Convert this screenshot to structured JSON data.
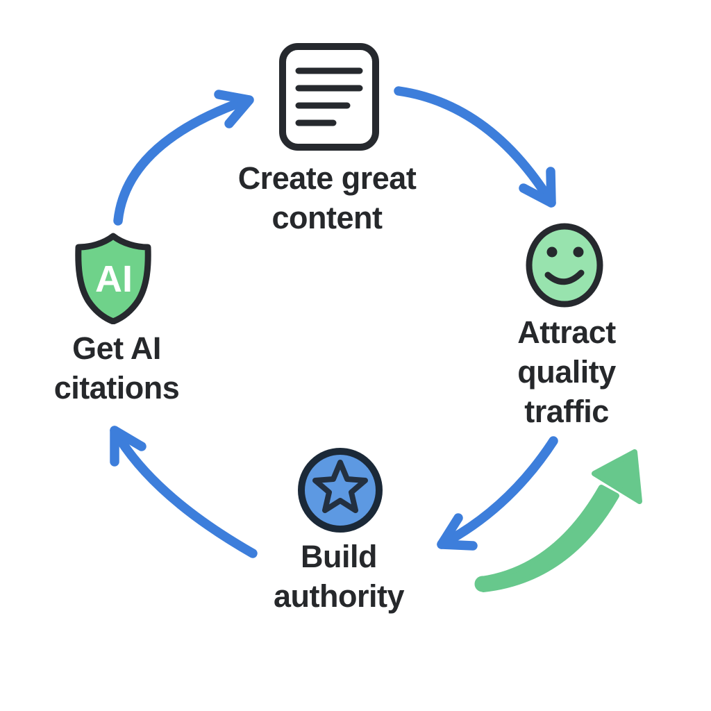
{
  "colors": {
    "background": "#ffffff",
    "arrow_blue": "#3d7edb",
    "arrow_green": "#67c88c",
    "icon_outline": "#26292e",
    "doc_fill": "#ffffff",
    "shield_green": "#6fd28a",
    "smiley_green": "#98e3ae",
    "star_blue": "#5d99e2",
    "star_circle_outline": "#1b2938",
    "star_outline": "#233040",
    "text": "#26282b",
    "badge_text": "#ffffff"
  },
  "nodes": [
    {
      "id": "create-content",
      "icon": "document-icon",
      "lines": [
        "Create great",
        "content"
      ]
    },
    {
      "id": "attract-traffic",
      "icon": "smiley-icon",
      "lines": [
        "Attract",
        "quality",
        "traffic"
      ]
    },
    {
      "id": "get-citations",
      "icon": "ai-shield-icon",
      "lines": [
        "Get AI",
        "citations"
      ],
      "badge": "AI"
    },
    {
      "id": "build-authority",
      "icon": "star-badge-icon",
      "lines": [
        "Build",
        "authority"
      ]
    }
  ],
  "arrows": [
    {
      "name": "citations-to-content",
      "color": "#3d7edb",
      "direction": "clockwise"
    },
    {
      "name": "content-to-traffic",
      "color": "#3d7edb",
      "direction": "clockwise"
    },
    {
      "name": "traffic-to-authority",
      "color": "#3d7edb",
      "direction": "clockwise"
    },
    {
      "name": "authority-to-citations",
      "color": "#3d7edb",
      "direction": "clockwise"
    },
    {
      "name": "growth-arrow",
      "color": "#67c88c",
      "direction": "up-right"
    }
  ]
}
